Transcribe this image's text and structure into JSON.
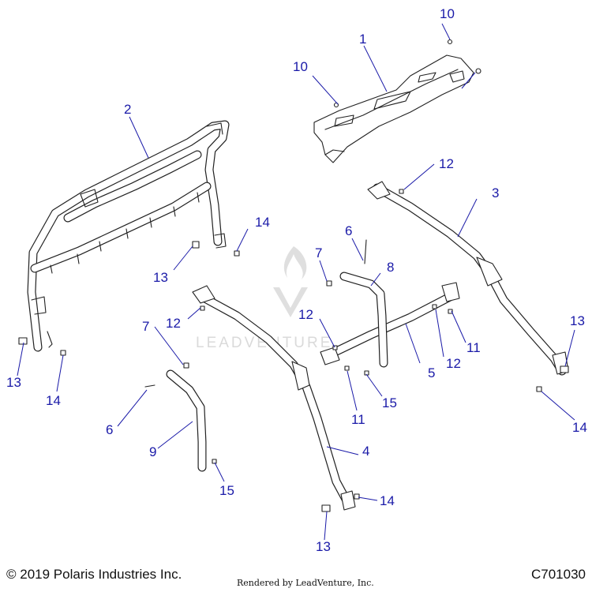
{
  "footer": {
    "copyright": "© 2019 Polaris Industries Inc.",
    "drawing_id": "C701030",
    "rendered_by": "Rendered by LeadVenture, Inc."
  },
  "watermark": {
    "text": "LEADVENTURE"
  },
  "callouts": {
    "c1": "1",
    "c2": "2",
    "c3": "3",
    "c4": "4",
    "c5": "5",
    "c6a": "6",
    "c6b": "6",
    "c7a": "7",
    "c7b": "7",
    "c8": "8",
    "c9": "9",
    "c10a": "10",
    "c10b": "10",
    "c11a": "11",
    "c11b": "11",
    "c12a": "12",
    "c12b": "12",
    "c12c": "12",
    "c12d": "12",
    "c13a": "13",
    "c13b": "13",
    "c13c": "13",
    "c13d": "13",
    "c14a": "14",
    "c14b": "14",
    "c14c": "14",
    "c14d": "14",
    "c15a": "15",
    "c15b": "15"
  },
  "colors": {
    "callout": "#1a1aa8",
    "line": "#222222",
    "watermark": "#d6d6d6"
  }
}
